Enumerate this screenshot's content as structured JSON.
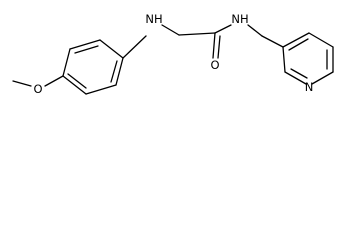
{
  "structure": {
    "atoms": {
      "methoxy_oxygen": "O",
      "urea_nh_left": "NH",
      "urea_nh_right": "NH",
      "carbonyl_oxygen": "O",
      "pyridine_nitrogen": "N"
    },
    "colors": {
      "ink": "#000000",
      "background": "#ffffff"
    }
  }
}
